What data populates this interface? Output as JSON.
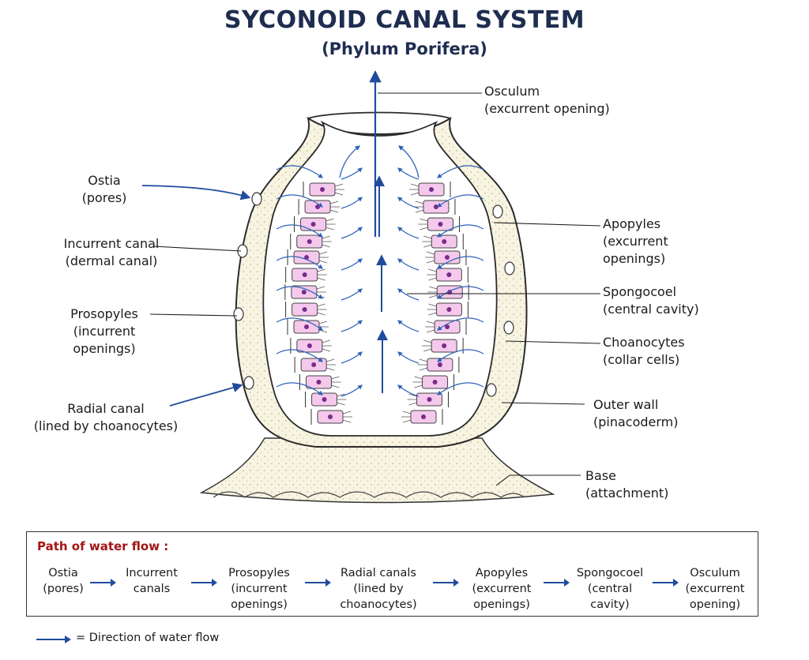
{
  "title": "SYCONOID CANAL SYSTEM",
  "subtitle": "(Phylum Porifera)",
  "colors": {
    "title": "#1e2d50",
    "arrow": "#1f4c9c",
    "choanocyte": "#f4c9ec",
    "nucleus": "#7a2a8a",
    "wall_fill": "#f7f3e4",
    "flow_title": "#a31515"
  },
  "labels": {
    "osculum": {
      "line1": "Osculum",
      "line2": "(excurrent opening)"
    },
    "ostia": {
      "line1": "Ostia",
      "line2": "(pores)"
    },
    "incurrent": {
      "line1": "Incurrent canal",
      "line2": "(dermal canal)"
    },
    "prosopyles": {
      "line1": "Prosopyles",
      "line2": "(incurrent",
      "line3": "openings)"
    },
    "radial": {
      "line1": "Radial canal",
      "line2": "(lined by choanocytes)"
    },
    "apopyles": {
      "line1": "Apopyles",
      "line2": "(excurrent",
      "line3": "openings)"
    },
    "spongocoel": {
      "line1": "Spongocoel",
      "line2": "(central cavity)"
    },
    "choanocytes": {
      "line1": "Choanocytes",
      "line2": "(collar cells)"
    },
    "outer_wall": {
      "line1": "Outer wall",
      "line2": "(pinacoderm)"
    },
    "base": {
      "line1": "Base",
      "line2": "(attachment)"
    }
  },
  "flow": {
    "title": "Path of water flow :",
    "steps": [
      {
        "line1": "Ostia",
        "line2": "(pores)",
        "line3": ""
      },
      {
        "line1": "Incurrent",
        "line2": "canals",
        "line3": ""
      },
      {
        "line1": "Prosopyles",
        "line2": "(incurrent",
        "line3": "openings)"
      },
      {
        "line1": "Radial canals",
        "line2": "(lined by",
        "line3": "choanocytes)"
      },
      {
        "line1": "Apopyles",
        "line2": "(excurrent",
        "line3": "openings)"
      },
      {
        "line1": "Spongocoel",
        "line2": "(central",
        "line3": "cavity)"
      },
      {
        "line1": "Osculum",
        "line2": "(excurrent",
        "line3": "opening)"
      }
    ]
  },
  "legend": {
    "text": "= Direction of water flow",
    "icon": "arrow-right-icon"
  }
}
